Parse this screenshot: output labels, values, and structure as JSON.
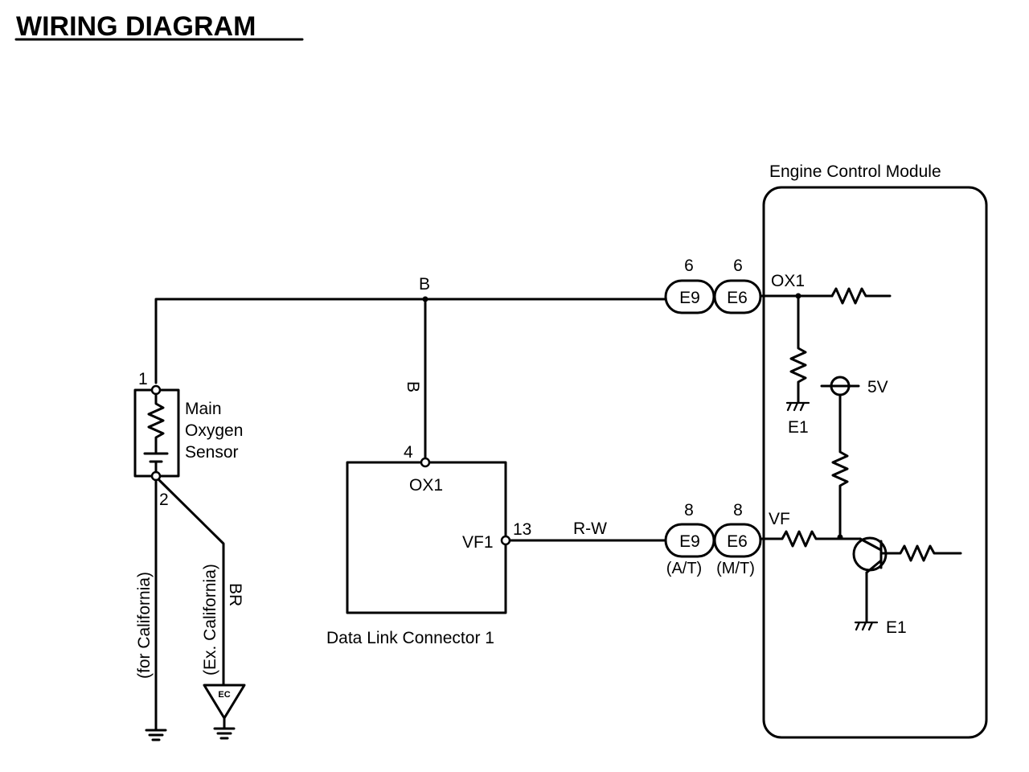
{
  "title": "WIRING DIAGRAM",
  "ecm": {
    "label": "Engine Control Module",
    "ox1_pin": "OX1",
    "vf_pin": "VF",
    "supply": "5V",
    "ground_upper": "E1",
    "ground_lower": "E1"
  },
  "sensor": {
    "label_line1": "Main",
    "label_line2": "Oxygen",
    "label_line3": "Sensor",
    "pin_top": "1",
    "pin_bottom": "2",
    "note_california": "(for California)",
    "note_ex_california": "(Ex. California)",
    "ground_ec": "EC"
  },
  "dlc": {
    "label": "Data Link Connector 1",
    "pin_ox1_number": "4",
    "pin_ox1_name": "OX1",
    "pin_vf1_number": "13",
    "pin_vf1_name": "VF1"
  },
  "wires": {
    "top_color": "B",
    "vertical_color": "B",
    "sensor_ground_color": "BR",
    "vf_color": "R-W"
  },
  "connectors": {
    "top_e9": "E9",
    "top_e6": "E6",
    "top_e9_pin": "6",
    "top_e6_pin": "6",
    "bottom_e9": "E9",
    "bottom_e6": "E6",
    "bottom_e9_pin": "8",
    "bottom_e6_pin": "8",
    "bottom_e9_note": "(A/T)",
    "bottom_e6_note": "(M/T)"
  }
}
